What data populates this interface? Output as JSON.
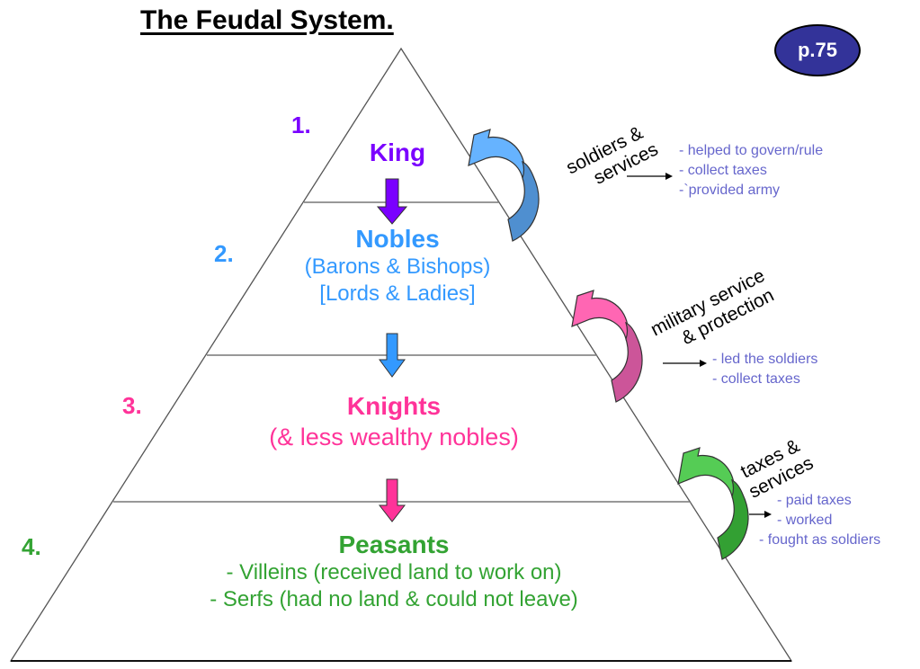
{
  "title": "The Feudal System.",
  "page_badge": "p.75",
  "colors": {
    "king": "#7a00ff",
    "nobles": "#3399ff",
    "knights": "#ff3399",
    "peasants": "#33a333",
    "duties": "#6666cc",
    "badge": "#333399"
  },
  "levels": [
    {
      "number": "1.",
      "name": "King",
      "sub": []
    },
    {
      "number": "2.",
      "name": "Nobles",
      "sub": [
        "(Barons & Bishops)",
        "[Lords & Ladies]"
      ]
    },
    {
      "number": "3.",
      "name": "Knights",
      "sub": [
        "(& less wealthy nobles)"
      ]
    },
    {
      "number": "4.",
      "name": "Peasants",
      "sub": [
        "- Villeins (received land to work on)",
        "- Serfs (had no land & could not leave)"
      ]
    }
  ],
  "obligations": [
    {
      "label_lines": [
        "soldiers &",
        "services"
      ],
      "duties": [
        "- helped to govern/rule",
        "- collect taxes",
        "-`provided army"
      ]
    },
    {
      "label_lines": [
        "military service",
        "& protection"
      ],
      "duties": [
        "- led the soldiers",
        "- collect taxes"
      ]
    },
    {
      "label_lines": [
        "taxes &",
        "services"
      ],
      "duties": [
        "- paid taxes",
        "- worked",
        "- fought as soldiers"
      ]
    }
  ]
}
